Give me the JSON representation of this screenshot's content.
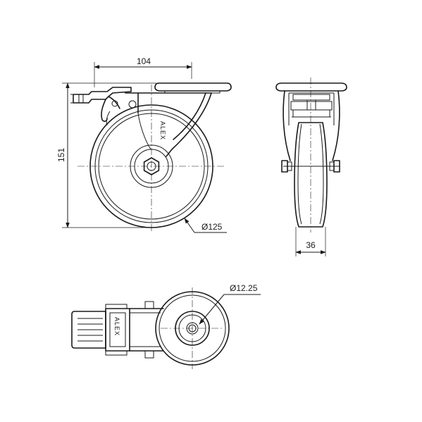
{
  "dimensions": {
    "overall_width": "104",
    "overall_height": "151",
    "wheel_diameter": "Ø125",
    "wheel_width": "36",
    "axle_diameter": "Ø12.25"
  },
  "brand_label": "ALEX",
  "colors": {
    "line": "#1a1a1a",
    "background": "#ffffff"
  }
}
